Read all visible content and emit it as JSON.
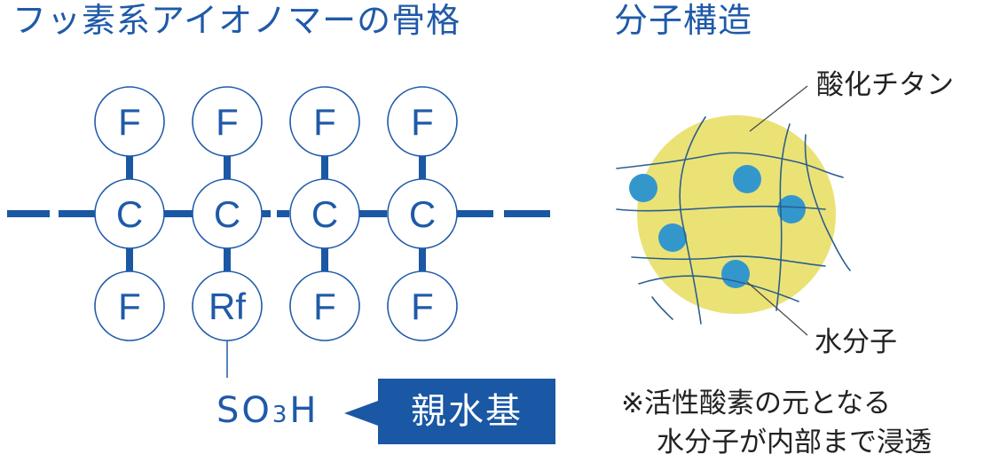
{
  "left_title": "フッ素系アイオノマーの骨格",
  "right_title": "分子構造",
  "backbone": {
    "top_atoms": [
      "F",
      "F",
      "F",
      "F"
    ],
    "chain_atoms": [
      "C",
      "C",
      "C",
      "C"
    ],
    "bottom_atoms": [
      "F",
      "Rf",
      "F",
      "F"
    ]
  },
  "sulfonic_group": {
    "main": "SO",
    "subscript": "3",
    "suffix": "H"
  },
  "hydrophilic_badge": "親水基",
  "titanium_oxide_label": "酸化チタン",
  "water_molecule_label": "水分子",
  "note": {
    "line1": "※活性酸素の元となる",
    "line2": "水分子が内部まで浸透"
  },
  "colors": {
    "brand_blue": "#1a57a4",
    "circle_stroke": "#1f5aa8",
    "particle_yellow": "#ebe276",
    "water_blue": "#3497cc",
    "fiber_line": "#2b5f8e"
  }
}
